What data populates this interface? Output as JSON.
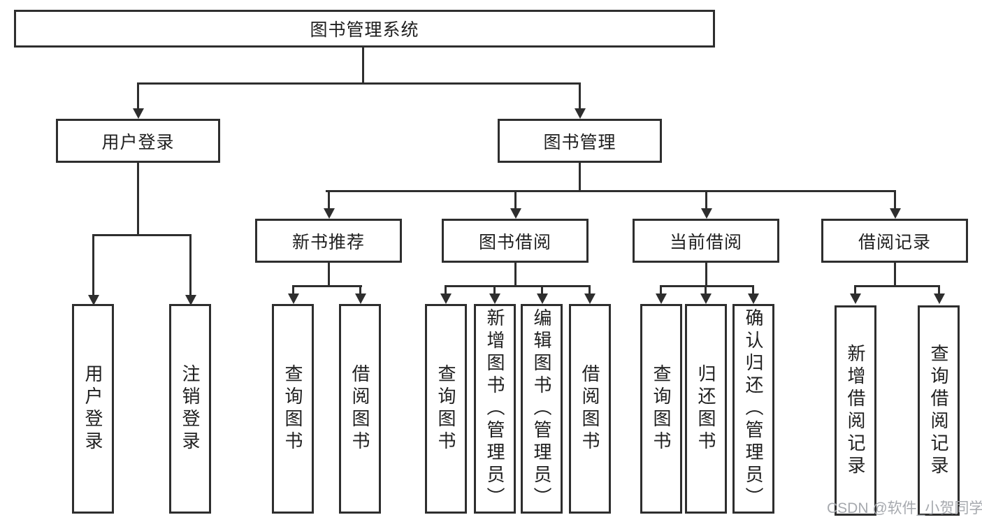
{
  "diagram": {
    "type": "hierarchy-tree",
    "root": {
      "label": "图书管理系统",
      "children": [
        {
          "label": "用户登录",
          "children": [
            {
              "label": "用户登录"
            },
            {
              "label": "注销登录"
            }
          ]
        },
        {
          "label": "图书管理",
          "children": [
            {
              "label": "新书推荐",
              "children": [
                {
                  "label": "查询图书"
                },
                {
                  "label": "借阅图书"
                }
              ]
            },
            {
              "label": "图书借阅",
              "children": [
                {
                  "label": "查询图书"
                },
                {
                  "label": "新增图书（管理员）"
                },
                {
                  "label": "编辑图书（管理员）"
                },
                {
                  "label": "借阅图书"
                }
              ]
            },
            {
              "label": "当前借阅",
              "children": [
                {
                  "label": "查询图书"
                },
                {
                  "label": "归还图书"
                },
                {
                  "label": "确认归还（管理员）"
                }
              ]
            },
            {
              "label": "借阅记录",
              "children": [
                {
                  "label": "新增借阅记录"
                },
                {
                  "label": "查询借阅记录"
                }
              ]
            }
          ]
        }
      ]
    }
  },
  "watermark": {
    "text": "CSDN @软件_小贺同学"
  },
  "colors": {
    "line": "#2e2e2e",
    "box_border": "#2e2e2e",
    "text": "#1f1f1f",
    "watermark": "#a6a9ae",
    "background": "#ffffff"
  }
}
